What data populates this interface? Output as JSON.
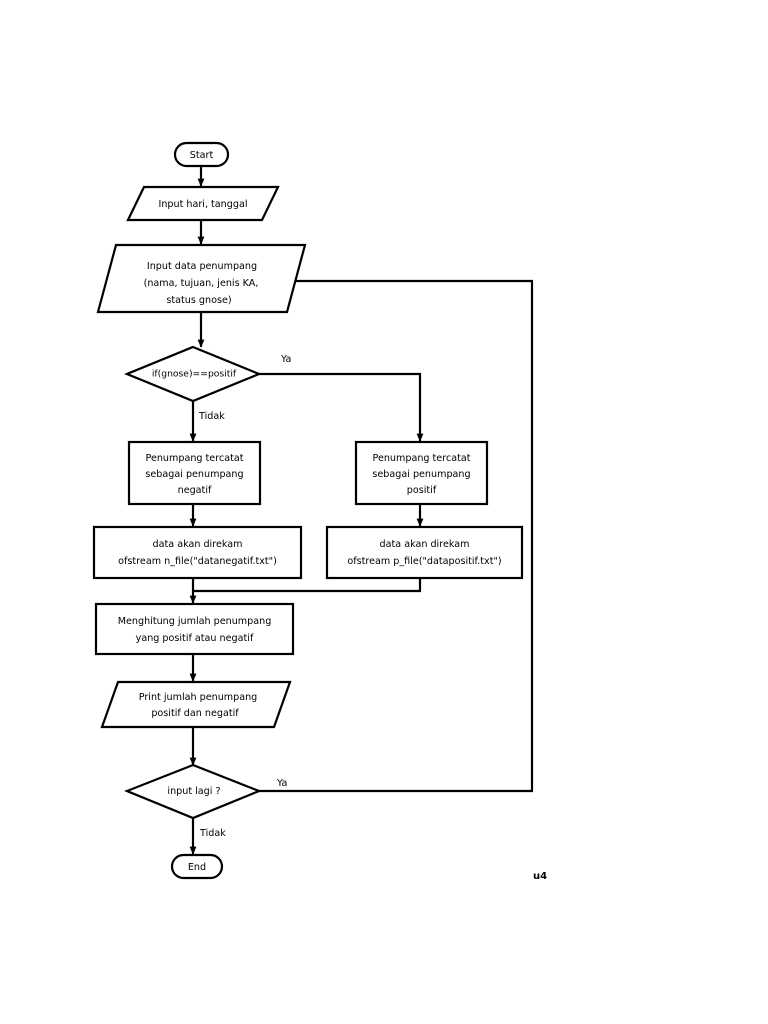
{
  "page": {
    "background_color": "#ffffff",
    "stroke_color": "#000000",
    "corner_label": "u4"
  },
  "diagram": {
    "type": "flowchart",
    "title": "",
    "nodes": [
      {
        "id": "start",
        "shape": "terminator",
        "label_lines": [
          "Start"
        ]
      },
      {
        "id": "input-hari",
        "shape": "parallelogram",
        "label_lines": [
          "Input hari, tanggal"
        ]
      },
      {
        "id": "input-data",
        "shape": "parallelogram",
        "label_lines": [
          "Input data penumpang",
          "(nama, tujuan, jenis KA,",
          "status gnose)"
        ]
      },
      {
        "id": "decision-gnose",
        "shape": "diamond",
        "label_lines": [
          "if(gnose)==positif"
        ]
      },
      {
        "id": "proc-negatif",
        "shape": "process",
        "label_lines": [
          "Penumpang tercatat",
          "sebagai penumpang",
          "negatif"
        ]
      },
      {
        "id": "proc-positif",
        "shape": "process",
        "label_lines": [
          "Penumpang tercatat",
          "sebagai penumpang",
          "positif"
        ]
      },
      {
        "id": "file-negatif",
        "shape": "process",
        "label_lines": [
          "data akan direkam",
          "ofstream n_file(\"datanegatif.txt\")"
        ]
      },
      {
        "id": "file-positif",
        "shape": "process",
        "label_lines": [
          "data akan direkam",
          "ofstream p_file(\"datapositif.txt\")"
        ]
      },
      {
        "id": "proc-hitung",
        "shape": "process",
        "label_lines": [
          "Menghitung jumlah penumpang",
          "yang positif atau negatif"
        ]
      },
      {
        "id": "print-jumlah",
        "shape": "parallelogram",
        "label_lines": [
          "Print jumlah penumpang",
          "positif dan negatif"
        ]
      },
      {
        "id": "decision-lagi",
        "shape": "diamond",
        "label_lines": [
          "input lagi ?"
        ]
      },
      {
        "id": "end",
        "shape": "terminator",
        "label_lines": [
          "End"
        ]
      }
    ],
    "edge_labels": {
      "gnose_yes": "Ya",
      "gnose_no": "Tidak",
      "lagi_yes": "Ya",
      "lagi_no": "Tidak"
    }
  }
}
